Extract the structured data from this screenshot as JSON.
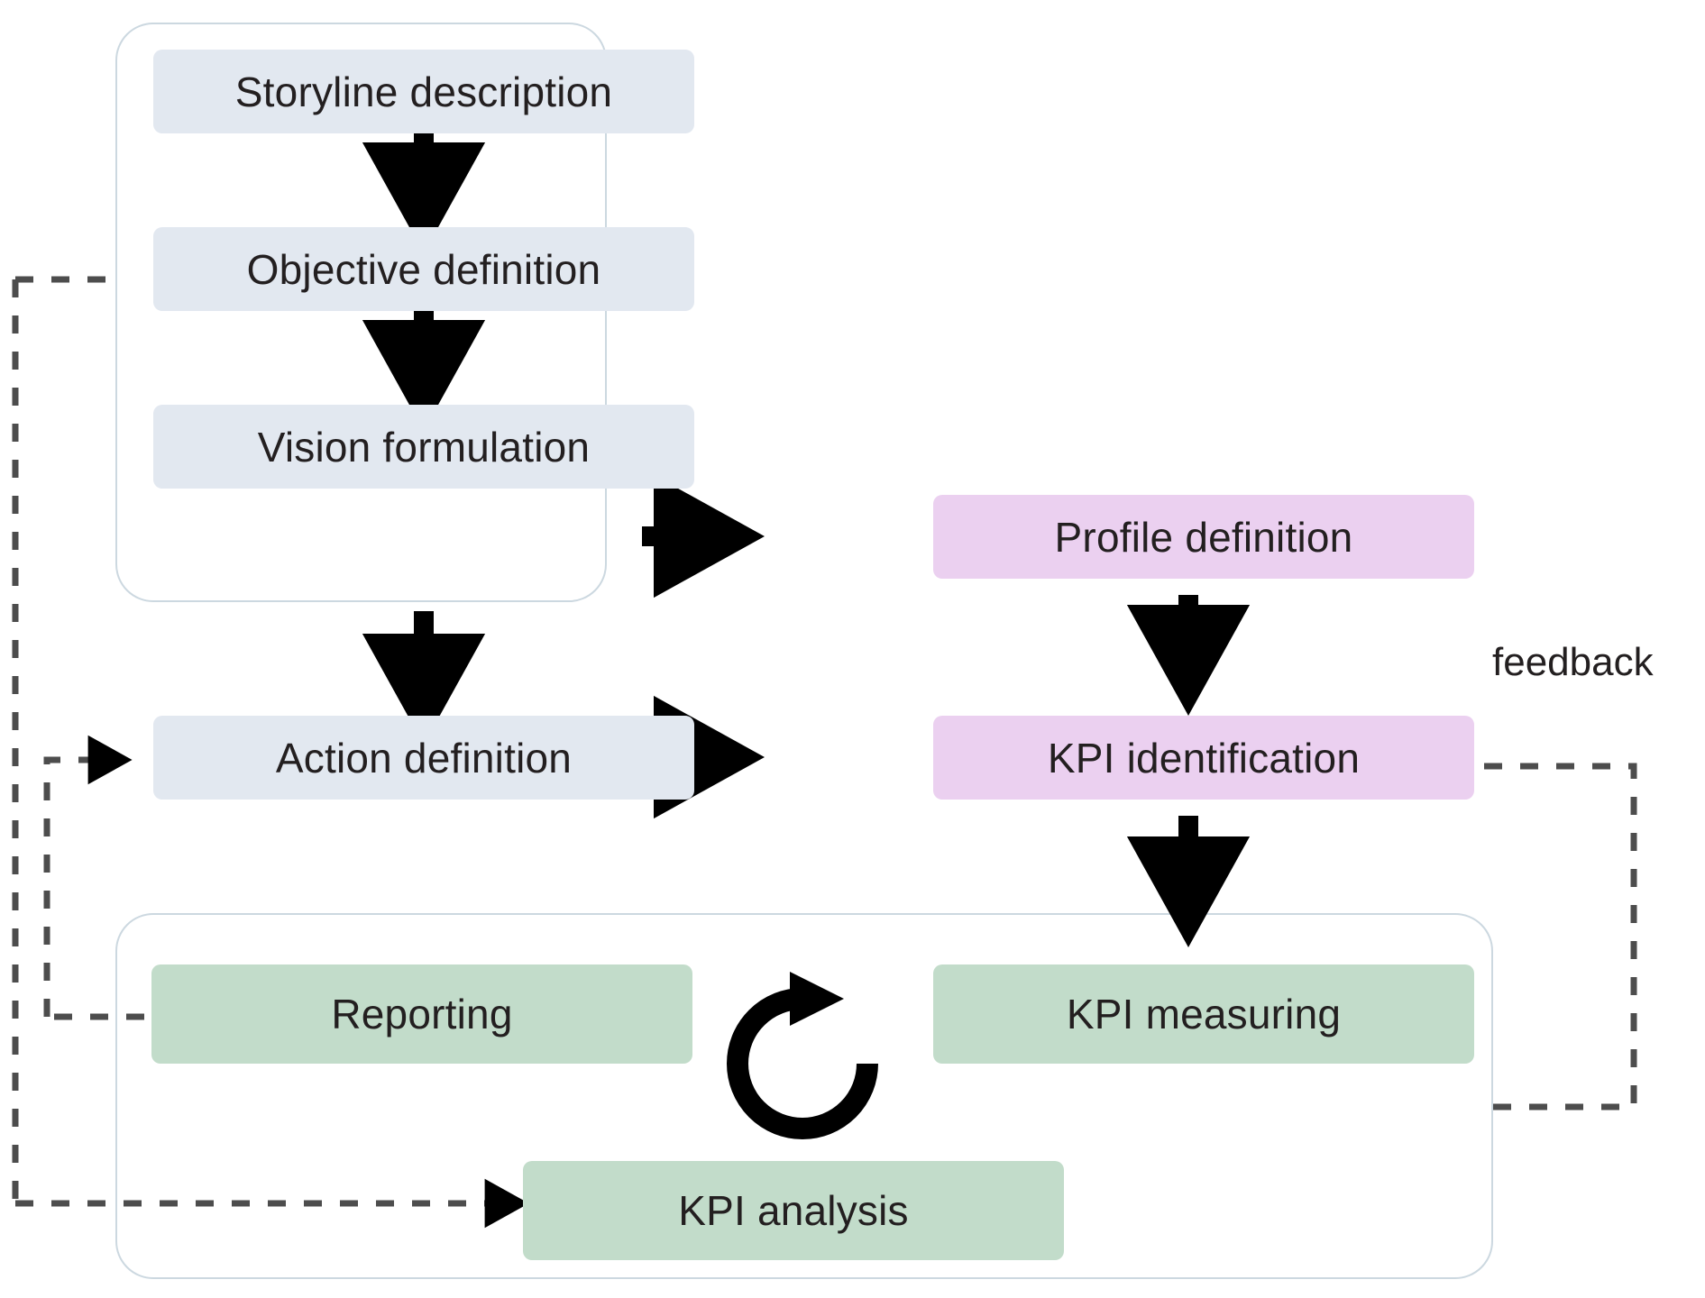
{
  "diagram": {
    "title": "KPI management cycle flowchart",
    "colors": {
      "blue_node": "#e2e8f0",
      "purple_node": "#ebd0f0",
      "green_node": "#c2dcca",
      "group_border": "#ccd8e0",
      "arrow": "#000000",
      "dashed": "#4d4d4d",
      "text": "#231f20"
    },
    "groups": [
      {
        "id": "strategy-group",
        "label": ""
      },
      {
        "id": "measurement-group",
        "label": ""
      }
    ],
    "nodes": [
      {
        "id": "storyline-description",
        "label": "Storyline description",
        "color": "blue"
      },
      {
        "id": "objective-definition",
        "label": "Objective definition",
        "color": "blue"
      },
      {
        "id": "vision-formulation",
        "label": "Vision formulation",
        "color": "blue"
      },
      {
        "id": "action-definition",
        "label": "Action definition",
        "color": "blue"
      },
      {
        "id": "profile-definition",
        "label": "Profile definition",
        "color": "purple"
      },
      {
        "id": "kpi-identification",
        "label": "KPI identification",
        "color": "purple"
      },
      {
        "id": "reporting",
        "label": "Reporting",
        "color": "green"
      },
      {
        "id": "kpi-measuring",
        "label": "KPI measuring",
        "color": "green"
      },
      {
        "id": "kpi-analysis",
        "label": "KPI analysis",
        "color": "green"
      }
    ],
    "edge_labels": [
      {
        "id": "feedback-label",
        "label": "feedback"
      }
    ],
    "icons": [
      {
        "id": "cycle-refresh-icon",
        "label": "circular-refresh-arrow"
      }
    ],
    "edges": [
      {
        "from": "storyline-description",
        "to": "objective-definition",
        "style": "solid"
      },
      {
        "from": "objective-definition",
        "to": "vision-formulation",
        "style": "solid"
      },
      {
        "from": "vision-formulation",
        "to": "profile-definition",
        "style": "solid"
      },
      {
        "from": "vision-formulation",
        "to": "action-definition",
        "style": "solid"
      },
      {
        "from": "action-definition",
        "to": "kpi-identification",
        "style": "solid"
      },
      {
        "from": "profile-definition",
        "to": "kpi-identification",
        "style": "solid"
      },
      {
        "from": "kpi-identification",
        "to": "kpi-measuring",
        "style": "solid"
      },
      {
        "from": "reporting",
        "to": "objective-definition",
        "style": "dashed"
      },
      {
        "from": "reporting",
        "to": "action-definition",
        "style": "dashed"
      },
      {
        "from": "reporting",
        "to": "kpi-analysis",
        "style": "dashed"
      },
      {
        "from": "kpi-measuring",
        "to": "kpi-identification",
        "style": "dashed",
        "label": "feedback"
      }
    ]
  }
}
